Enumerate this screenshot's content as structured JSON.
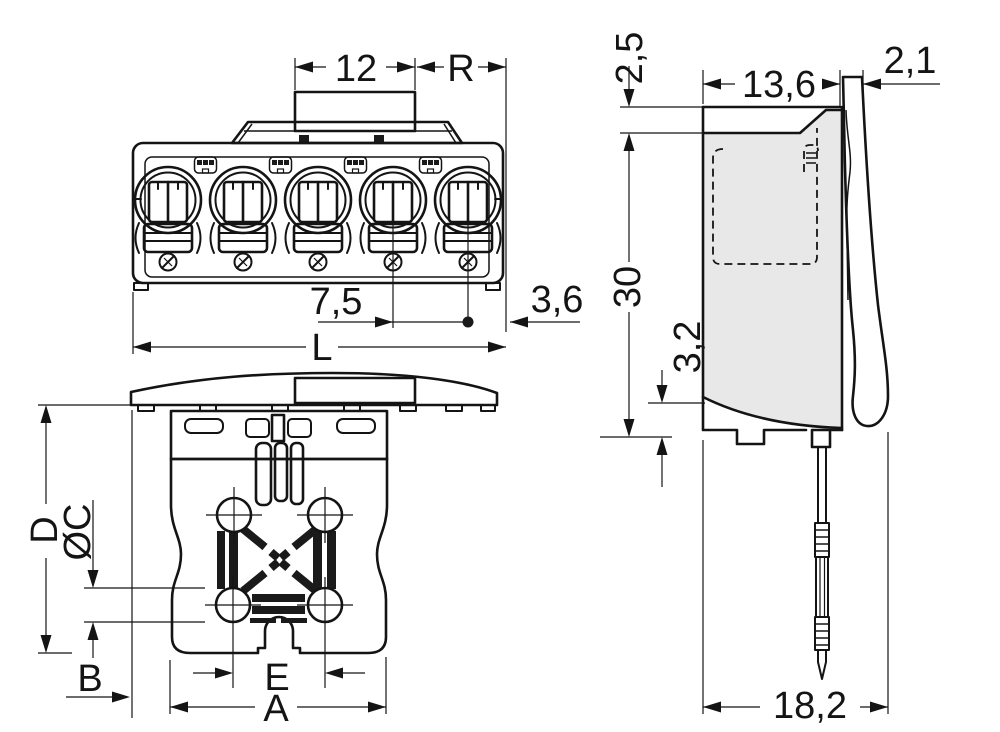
{
  "drawing": {
    "type": "technical-dimension-drawing",
    "subject": "multi-pole plug connector, 3 orthographic views",
    "colors": {
      "line": "#141414",
      "body_fill": "#e8e8e8",
      "light_fill": "#f0f0f0",
      "background": "#ffffff"
    },
    "views": {
      "front": "front view (5-pole face)",
      "bottom": "bottom view (mounting holes)",
      "side": "side view (latch and solder pin)"
    },
    "dims": {
      "front": {
        "block_width": "12",
        "r": "R",
        "pitch": "7,5",
        "edge": "3,6",
        "length": "L"
      },
      "bottom": {
        "d": "D",
        "dc": "ØC",
        "b": "B",
        "e": "E",
        "a": "A"
      },
      "side": {
        "cap": "2,5",
        "top_depth": "13,6",
        "latch": "2,1",
        "height": "30",
        "foot": "3,2",
        "total_depth": "18,2"
      }
    }
  }
}
